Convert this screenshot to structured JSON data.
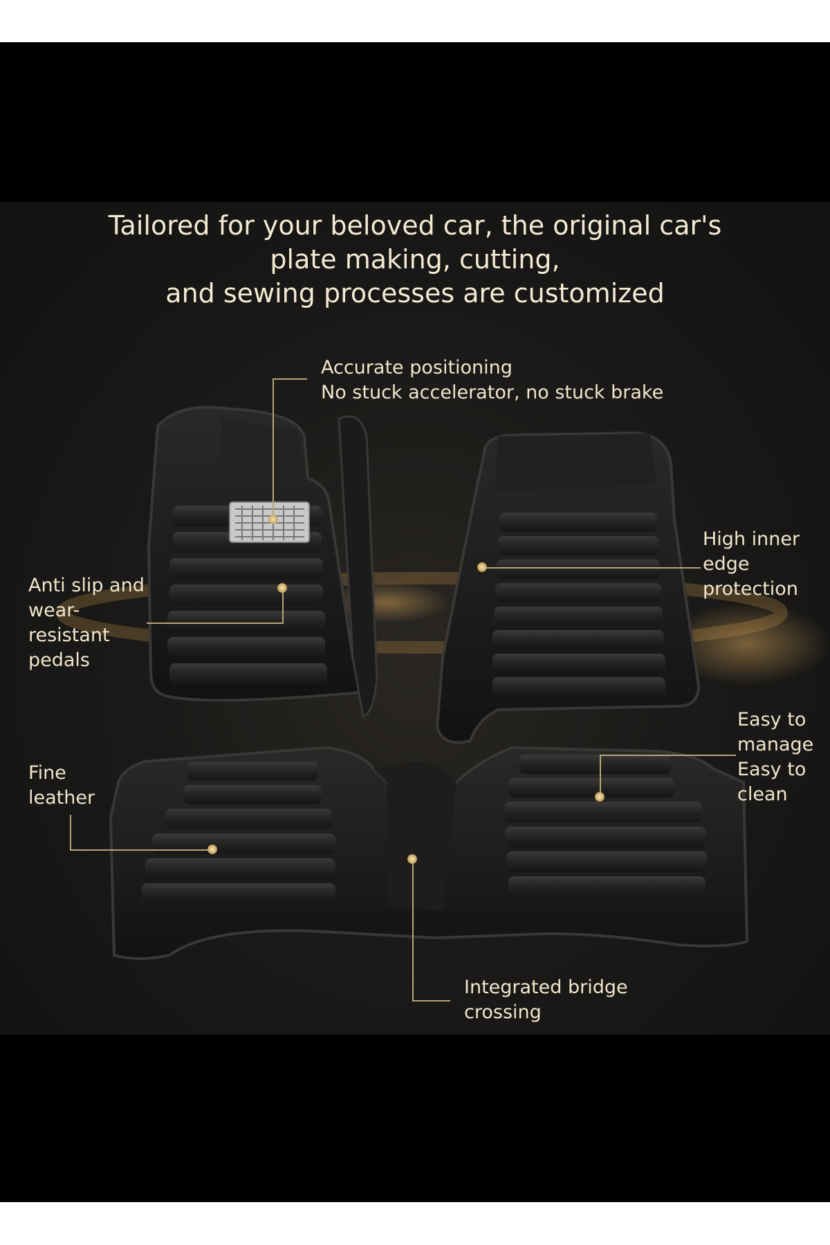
{
  "headline": {
    "line1": "Tailored for your beloved car, the original car's",
    "line2": "plate making, cutting,",
    "line3": "and sewing processes are customized"
  },
  "callouts": {
    "accurate_positioning": {
      "line1": "Accurate positioning",
      "line2": "No stuck accelerator, no stuck brake"
    },
    "high_inner_edge": {
      "line1": "High inner",
      "line2": "edge",
      "line3": "protection"
    },
    "anti_slip": {
      "line1": "Anti slip and",
      "line2": "wear-",
      "line3": "resistant",
      "line4": "pedals"
    },
    "easy": {
      "line1": "Easy to",
      "line2": "manage",
      "line3": "Easy to",
      "line4": "clean"
    },
    "fine_leather": {
      "line1": "Fine",
      "line2": "leather"
    },
    "integrated_bridge": {
      "line1": "Integrated bridge",
      "line2": "crossing"
    }
  },
  "colors": {
    "background": "#000000",
    "text": "#f1e6cb",
    "leader_line": "#b8a57a",
    "mat": "#1c1c1c",
    "mat_edge": "#3a3836",
    "accent_glow": "#c79a55"
  },
  "icons": {
    "pedal_plate": "metal-heel-pad-icon",
    "hotspot": "glow-dot-icon"
  }
}
